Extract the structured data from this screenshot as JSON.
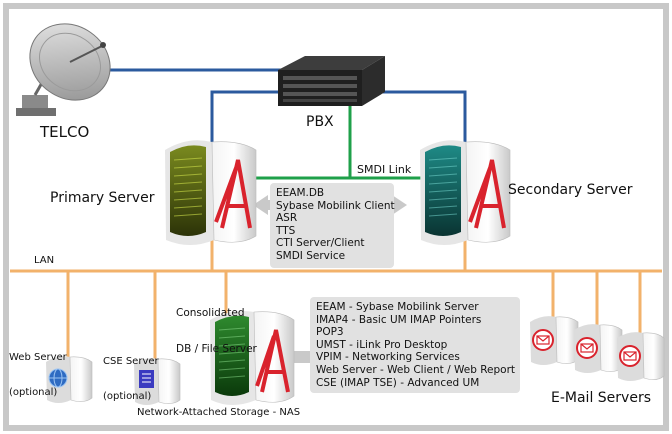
{
  "labels": {
    "telco": "TELCO",
    "pbx": "PBX",
    "smdi_link": "SMDI Link",
    "primary_server": "Primary Server",
    "secondary_server": "Secondary Server",
    "lan": "LAN",
    "consolidated_line1": "Consolidated",
    "consolidated_line2": "DB / File Server",
    "web_server_line1": "Web Server",
    "web_server_line2": "(optional)",
    "cse_server_line1": "CSE Server",
    "cse_server_line2": "(optional)",
    "nas": "Network-Attached Storage - NAS",
    "email_servers": "E-Mail Servers"
  },
  "server_services": [
    "EEAM.DB",
    "Sybase Mobilink Client",
    "ASR",
    "TTS",
    "CTI Server/Client",
    "SMDI Service"
  ],
  "storage_services": [
    "EEAM - Sybase Mobilink Server",
    "IMAP4 - Basic UM IMAP Pointers",
    "POP3",
    "UMST - iLink Pro Desktop",
    "VPIM - Networking Services",
    "Web Server - Web Client / Web Report",
    "CSE (IMAP TSE) - Advanced UM"
  ],
  "colors": {
    "blue": "#2b5a9e",
    "green": "#1fa04a",
    "orange": "#f2b26b",
    "frame": "#c8c8c8",
    "panel": "#e1e1e1",
    "red": "#d9232d"
  }
}
